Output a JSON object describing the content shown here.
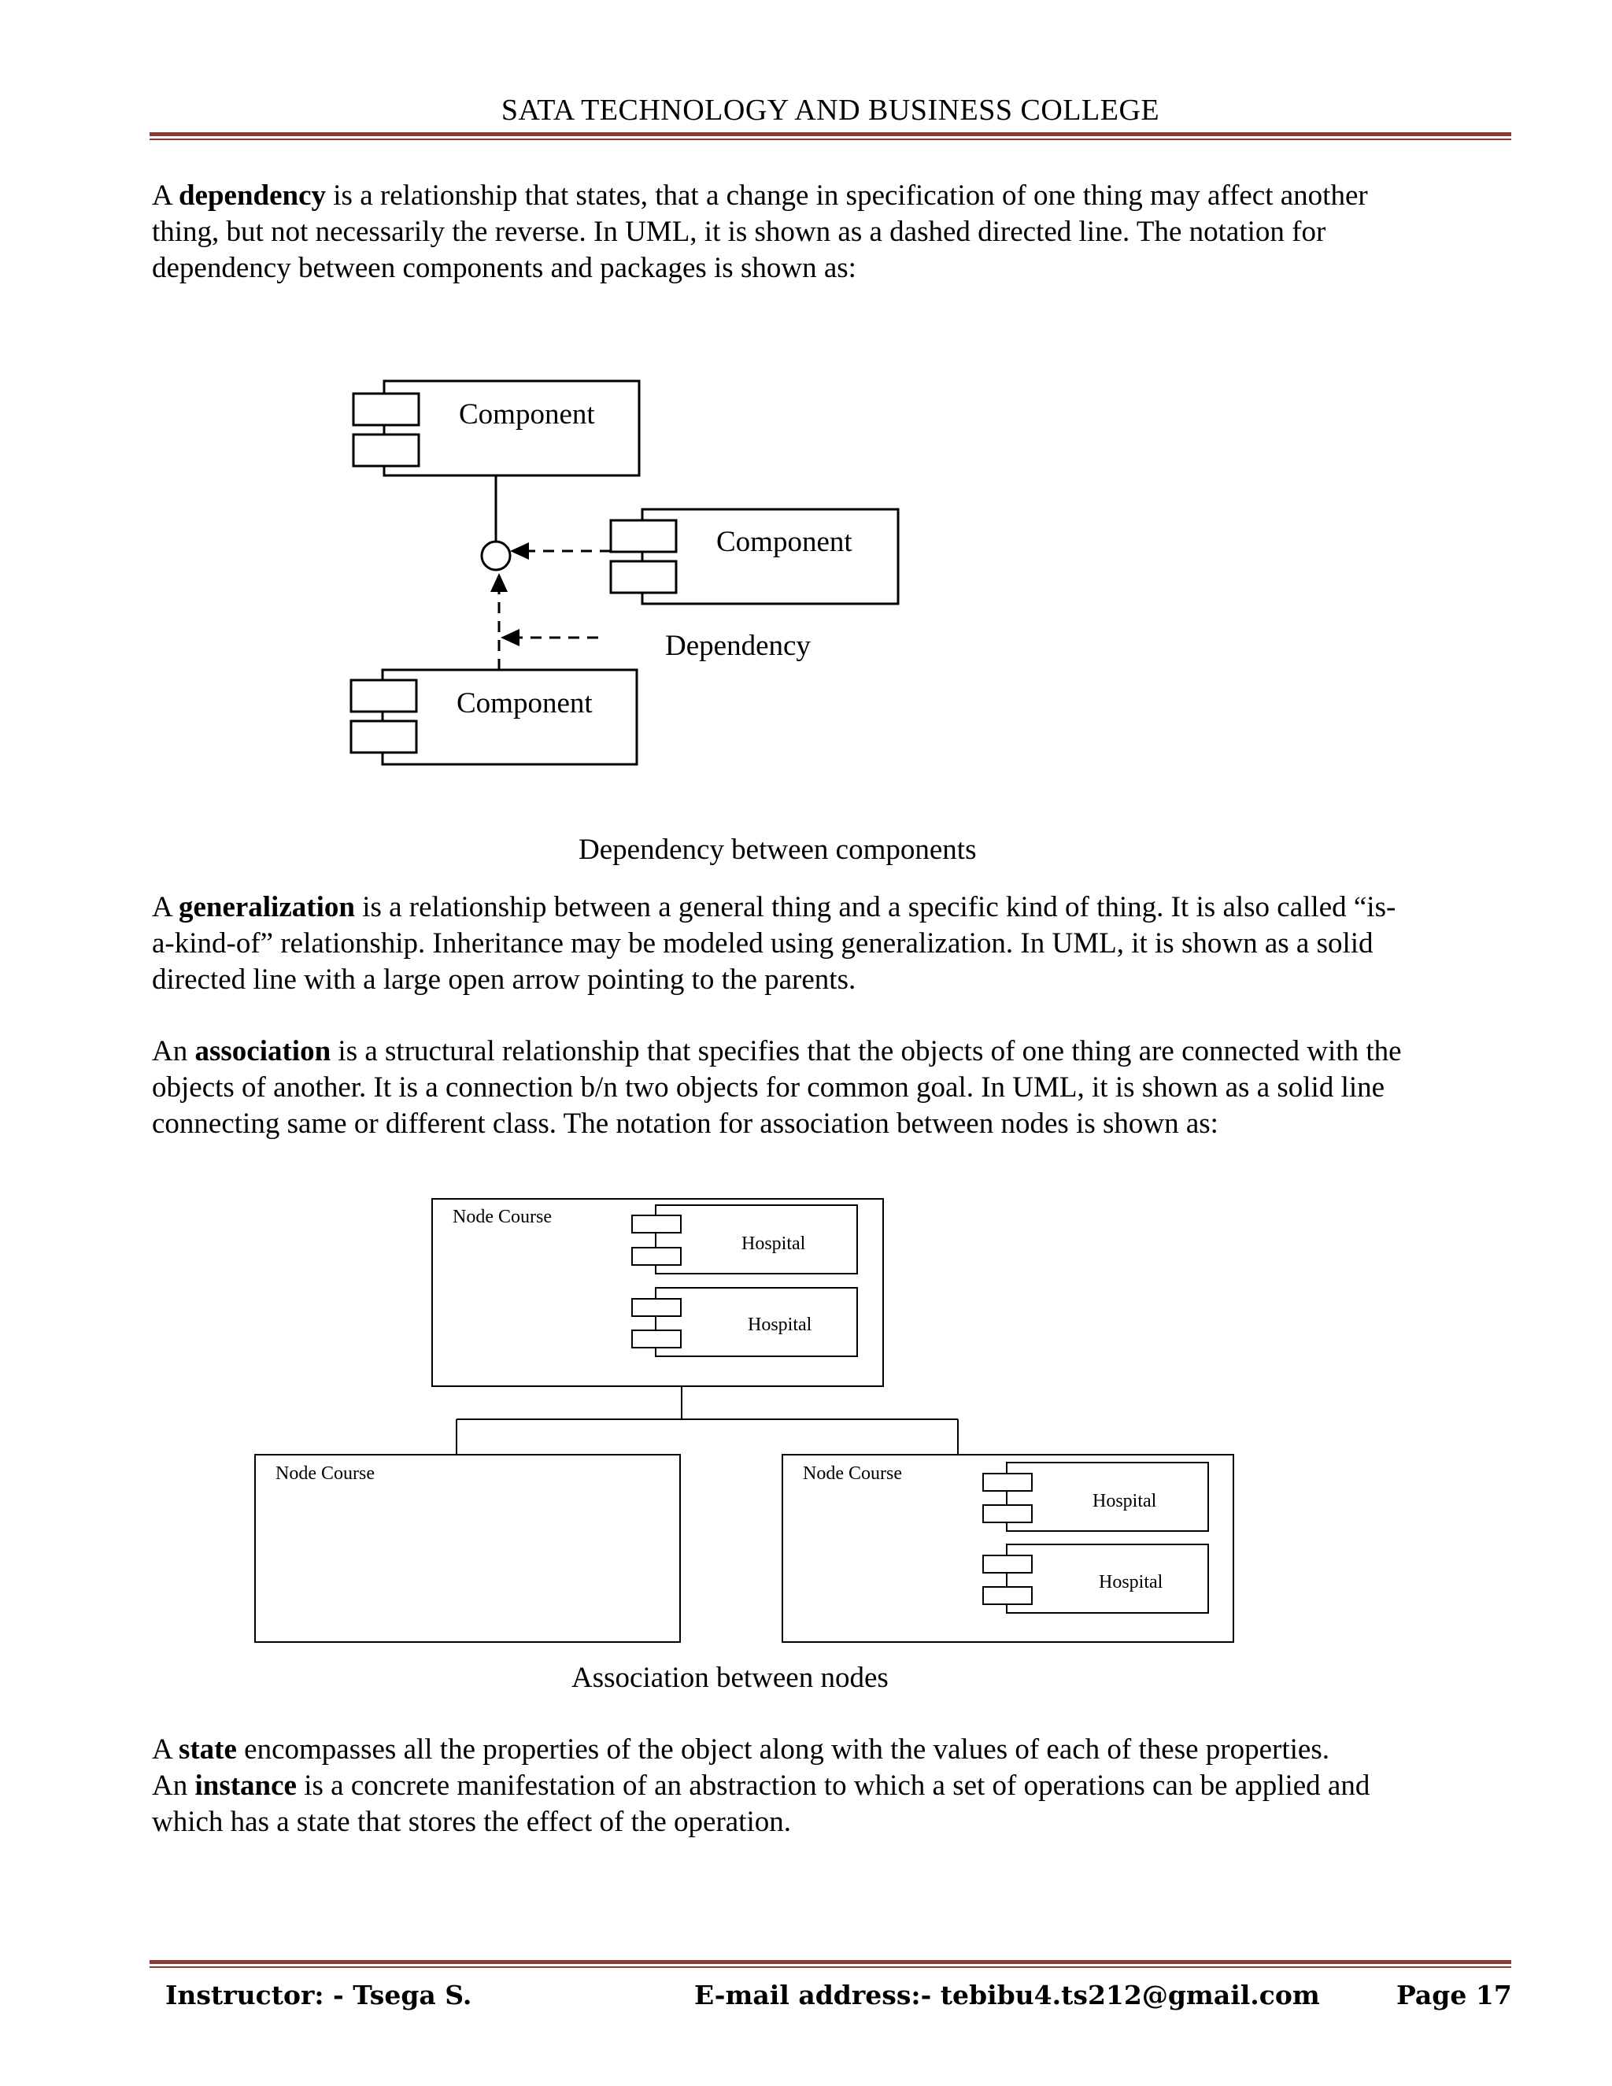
{
  "header": {
    "title": "SATA TECHNOLOGY AND BUSINESS COLLEGE"
  },
  "paragraphs": {
    "dependency": {
      "prefix": "A ",
      "term": "dependency",
      "line1": " is a relationship that states, that a change in specification of one thing may affect another",
      "line2": "thing, but not necessarily the reverse. In UML, it is shown as a dashed directed line. The notation for",
      "line3": "dependency between components and packages is shown as:"
    },
    "generalization": {
      "prefix": "A ",
      "term": "generalization",
      "line1": " is a relationship between a general thing and a specific kind of thing. It is also called “is-",
      "line2": "a-kind-of” relationship. Inheritance may be modeled using generalization. In UML, it is shown as a solid",
      "line3": "directed line with a large open arrow pointing to the parents."
    },
    "association": {
      "prefix": "An ",
      "term": "association",
      "line1": " is a structural relationship that specifies that the objects of one thing are connected with the",
      "line2": "objects of another. It is a connection b/n two objects for common goal.   In UML, it is shown as a solid line",
      "line3": "connecting same or different class. The notation for association between nodes is shown as:"
    },
    "state": {
      "prefix": "A ",
      "term": "state",
      "line1": " encompasses all the properties of the object along with the values of each of these properties."
    },
    "instance": {
      "prefix": "An ",
      "term": "instance",
      "line1": " is a concrete manifestation of an abstraction to which a set of operations can be applied and",
      "line2": "which has a state that stores the effect of the operation."
    }
  },
  "figure1": {
    "components": [
      "Component",
      "Component",
      "Component"
    ],
    "dependency_label": "Dependency",
    "caption": "Dependency between components"
  },
  "figure2": {
    "nodes": [
      {
        "label": "Node Course",
        "components": [
          "Hospital",
          "Hospital"
        ]
      },
      {
        "label": "Node Course",
        "components": []
      },
      {
        "label": "Node Course",
        "components": [
          "Hospital",
          "Hospital"
        ]
      }
    ],
    "caption": "Association between nodes"
  },
  "footer": {
    "instructor": "Instructor: - Tsega S.",
    "email": "E-mail address:- tebibu4.ts212@gmail.com",
    "page": "Page 17"
  }
}
